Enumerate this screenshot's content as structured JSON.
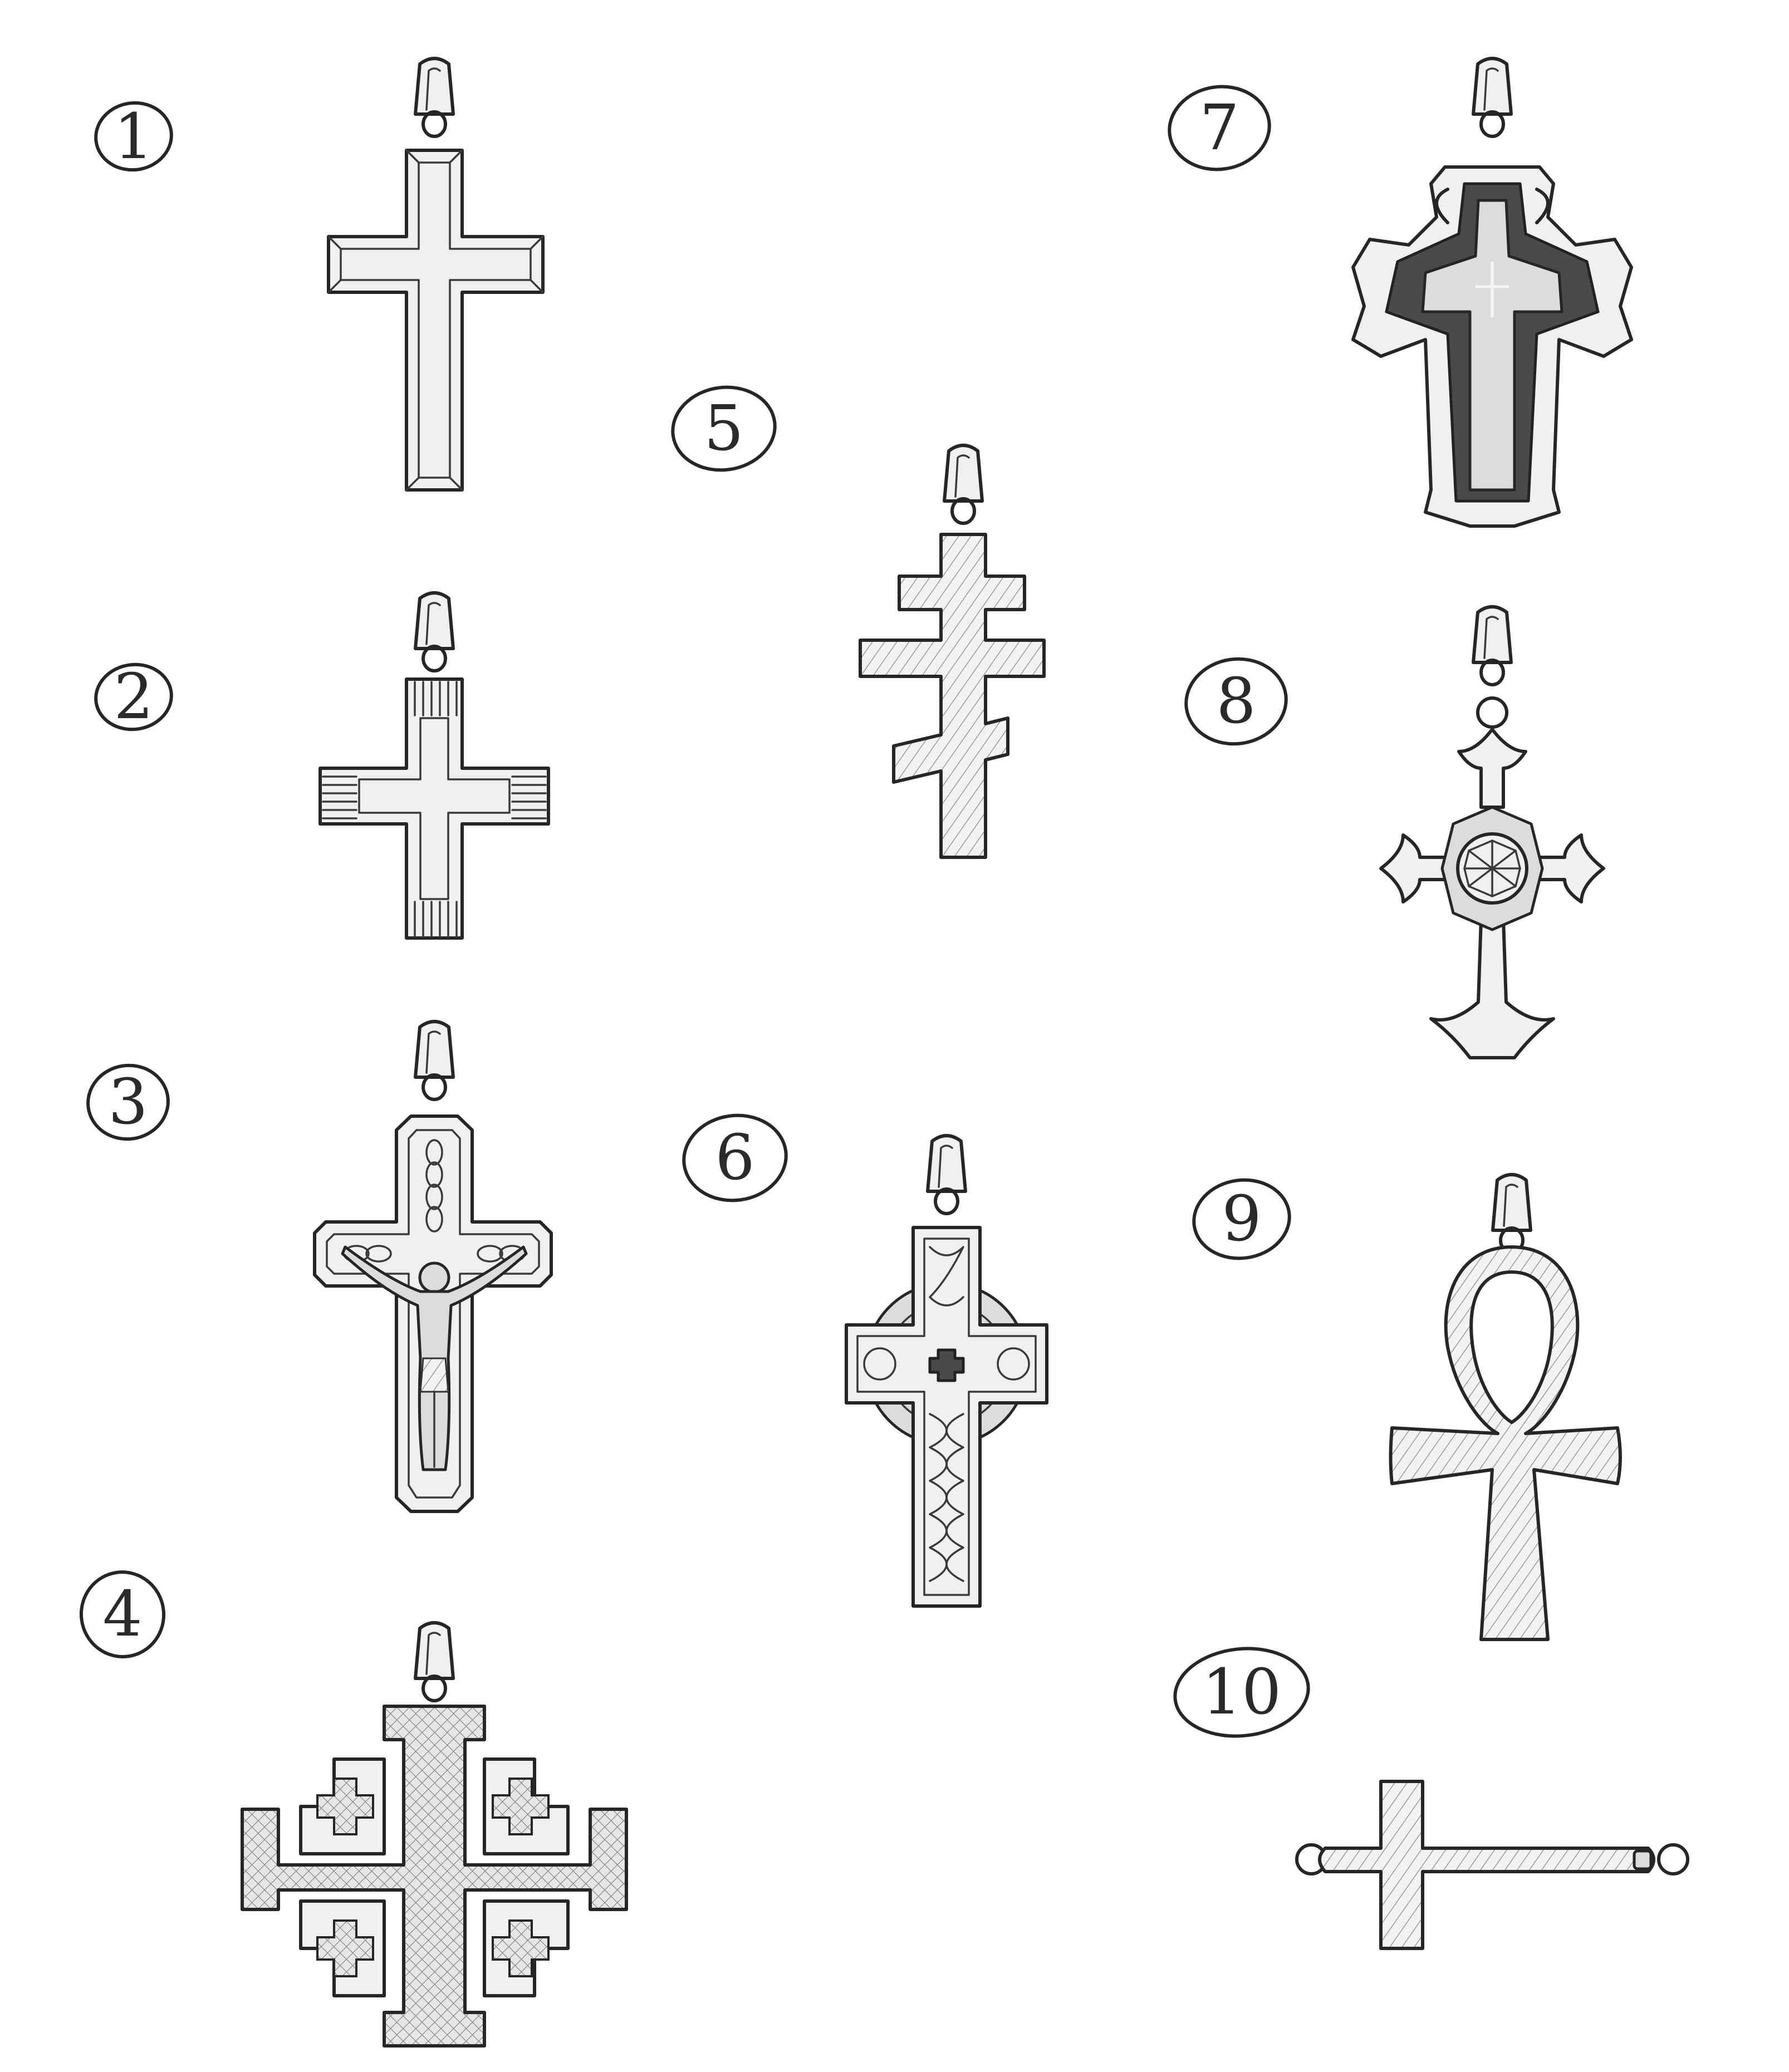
{
  "items": [
    {
      "number": "1",
      "style": "beveled-latin"
    },
    {
      "number": "2",
      "style": "ribbed-greek"
    },
    {
      "number": "3",
      "style": "crucifix"
    },
    {
      "number": "4",
      "style": "jerusalem"
    },
    {
      "number": "5",
      "style": "orthodox"
    },
    {
      "number": "6",
      "style": "celtic"
    },
    {
      "number": "7",
      "style": "gothic-layered"
    },
    {
      "number": "8",
      "style": "fleur-de-lis-gem"
    },
    {
      "number": "9",
      "style": "ankh"
    },
    {
      "number": "10",
      "style": "sideways"
    }
  ],
  "colors": {
    "ink": "#262626",
    "metal": "#f0f0f0",
    "paper": "#ffffff"
  }
}
